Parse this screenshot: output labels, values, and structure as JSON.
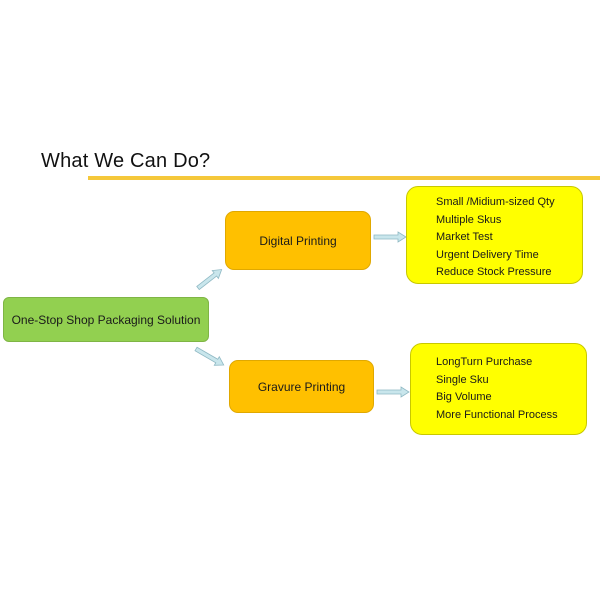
{
  "title": "What We Can Do?",
  "root": {
    "label": "One-Stop Shop Packaging Solution"
  },
  "branches": [
    {
      "label": "Digital Printing",
      "details": [
        "Small /Midium-sized Qty",
        "Multiple Skus",
        "Market Test",
        "Urgent Delivery Time",
        "Reduce Stock Pressure"
      ]
    },
    {
      "label": "Gravure Printing",
      "details": [
        "LongTurn Purchase",
        "Single Sku",
        "Big Volume",
        "More Functional Process"
      ]
    }
  ],
  "colors": {
    "accent_line": "#f5c83a",
    "root_fill": "#92d050",
    "branch_fill": "#ffc000",
    "detail_fill": "#ffff00",
    "arrow_fill": "#c9e6ec",
    "arrow_stroke": "#8fb9c4"
  }
}
